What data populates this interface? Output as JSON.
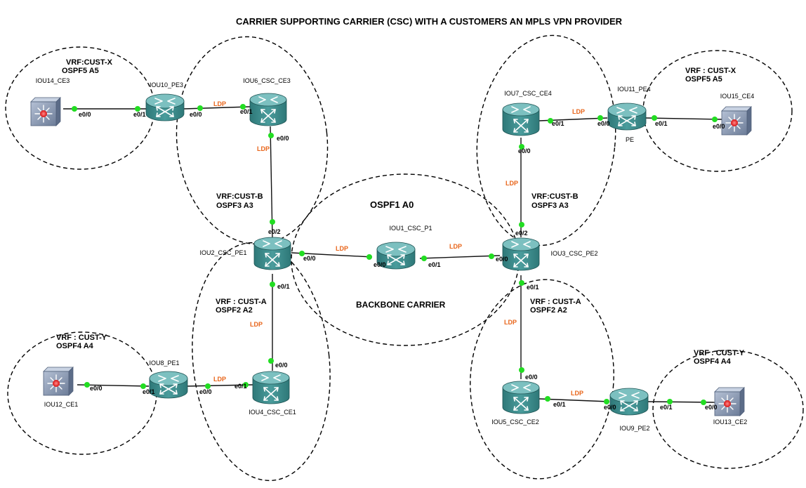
{
  "title": "CARRIER SUPPORTING CARRIER (CSC) WITH A CUSTOMERS AN MPLS VPN PROVIDER",
  "colors": {
    "router_body": "#3c8c8c",
    "router_top": "#78bcbc",
    "switch_body": "#8c9cb4",
    "port_dot": "#22dd22",
    "ldp": "#e8651a",
    "link": "#111111"
  },
  "zones": {
    "cust_x_left": [
      "VRF:CUST-X",
      "OSPF5 A5"
    ],
    "cust_b_left": [
      "VRF:CUST-B",
      "OSPF3 A3"
    ],
    "cust_a_left": [
      "VRF : CUST-A",
      "OSPF2 A2"
    ],
    "cust_y_left": [
      "VRF : CUST-Y",
      "OSPF4 A4"
    ],
    "backbone_top": "OSPF1 A0",
    "backbone_bottom": "BACKBONE CARRIER",
    "cust_b_right": [
      "VRF:CUST-B",
      "OSPF3 A3"
    ],
    "cust_x_right": [
      "VRF : CUST-X",
      "OSPF5 A5"
    ],
    "cust_a_right": [
      "VRF : CUST-A",
      "OSPF2 A2"
    ],
    "cust_y_right": [
      "VRF : CUST-Y",
      "OSPF4 A4"
    ]
  },
  "devices": {
    "iou14": "IOU14_CE3",
    "iou10": "IOU10_PE3",
    "iou6": "IOU6_CSC_CE3",
    "iou2": "IOU2_CSC_PE1",
    "iou1": "IOU1_CSC_P1",
    "iou3": "IOU3_CSC_PE2",
    "iou7": "IOU7_CSC_CE4",
    "iou11": "IOU11_PE4",
    "iou11_sub": "PE",
    "iou15": "IOU15_CE4",
    "iou8": "IOU8_PE1",
    "iou12": "IOU12_CE1",
    "iou4": "IOU4_CSC_CE1",
    "iou5": "IOU5_CSC_CE2",
    "iou9": "IOU9_PE2",
    "iou13": "IOU13_CE2"
  },
  "interfaces": {
    "iou14_e00": "e0/0",
    "iou10_e01": "e0/1",
    "iou10_e00": "e0/0",
    "iou6_e01": "e0/1",
    "iou6_e00": "e0/0",
    "iou2_e02": "e0/2",
    "iou2_e00": "e0/0",
    "iou2_e01": "e0/1",
    "iou1_e00": "e0/0",
    "iou1_e01": "e0/1",
    "iou3_e00": "e0/0",
    "iou3_e02": "e0/2",
    "iou3_e01": "e0/1",
    "iou7_e00": "e0/0",
    "iou7_e01": "e0/1",
    "iou11_e00": "e0/0",
    "iou11_e01": "e0/1",
    "iou15_e00": "e0/0",
    "iou12_e00": "e0/0",
    "iou8_e01": "e0/1",
    "iou8_e00": "e0/0",
    "iou4_e01": "e0/1",
    "iou4_e00": "e0/0",
    "iou5_e00": "e0/0",
    "iou5_e01": "e0/1",
    "iou9_e00": "e0/0",
    "iou9_e01": "e0/1",
    "iou13_e00": "e0/0"
  },
  "ldp_label": "LDP"
}
